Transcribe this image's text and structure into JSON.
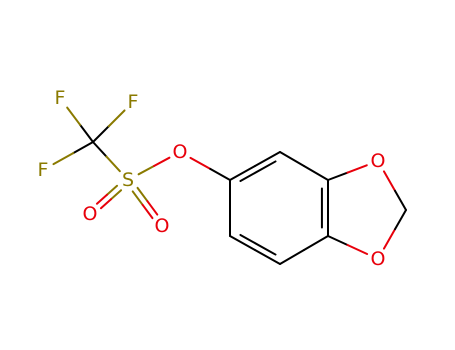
{
  "molecule": {
    "colors": {
      "bond": "#000000",
      "oxygen": "#e8000b",
      "sulfur": "#8a7a00",
      "fluorine": "#8a7a00"
    },
    "atoms": [
      {
        "id": "f1",
        "element": "fluorine",
        "label": "F"
      },
      {
        "id": "f2",
        "element": "fluorine",
        "label": "F"
      },
      {
        "id": "f3",
        "element": "fluorine",
        "label": "F"
      },
      {
        "id": "s1",
        "element": "sulfur",
        "label": "S"
      },
      {
        "id": "o-ester",
        "element": "oxygen",
        "label": "O"
      },
      {
        "id": "o-sulfonyl-1",
        "element": "oxygen",
        "label": "O"
      },
      {
        "id": "o-sulfonyl-2",
        "element": "oxygen",
        "label": "O"
      },
      {
        "id": "o-ring-top",
        "element": "oxygen",
        "label": "O"
      },
      {
        "id": "o-ring-bottom",
        "element": "oxygen",
        "label": "O"
      }
    ]
  }
}
